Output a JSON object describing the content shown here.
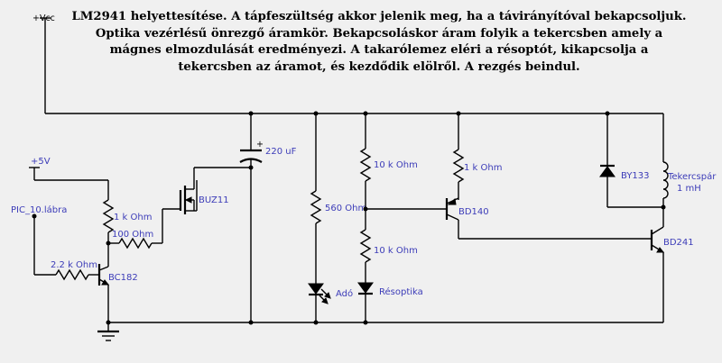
{
  "description": {
    "lines": [
      "LM2941 helyettesítése.   A tápfeszültség akkor jelenik meg, ha a távirányítóval bekapcsoljuk.",
      "Optika vezérlésű önrezgő áramkör. Bekapcsoláskor áram folyik  a tekercsben  amely a",
      "mágnes elmozdulását eredményezi.  A takarólemez eléri a résoptót, kikapcsolja  a",
      "tekercsben az  áramot, és kezdődik elölről.  A rezgés beindul."
    ]
  },
  "labels": {
    "vcc": "+Vcc",
    "v5": "+5V",
    "pic": "PIC_10.lábra",
    "r_1k_left": "1 k Ohm",
    "r_100": "100  Ohm",
    "r_2k2": "2.2 k Ohm",
    "q_bc182": "BC182",
    "q_buz11": "BUZ11",
    "c_220": "220 uF",
    "r_560": "560  Ohm",
    "r_10k_top": "10 k Ohm",
    "r_10k_bot": "10 k Ohm",
    "r_1k_right": "1 k Ohm",
    "q_bd140": "BD140",
    "d_by133": "BY133",
    "coil_name": "Tekercspár",
    "coil_value": "1 mH",
    "q_bd241": "BD241",
    "led_ado": "Adó",
    "photo_resoptika": "Résoptika",
    "cap_plus": "+"
  }
}
